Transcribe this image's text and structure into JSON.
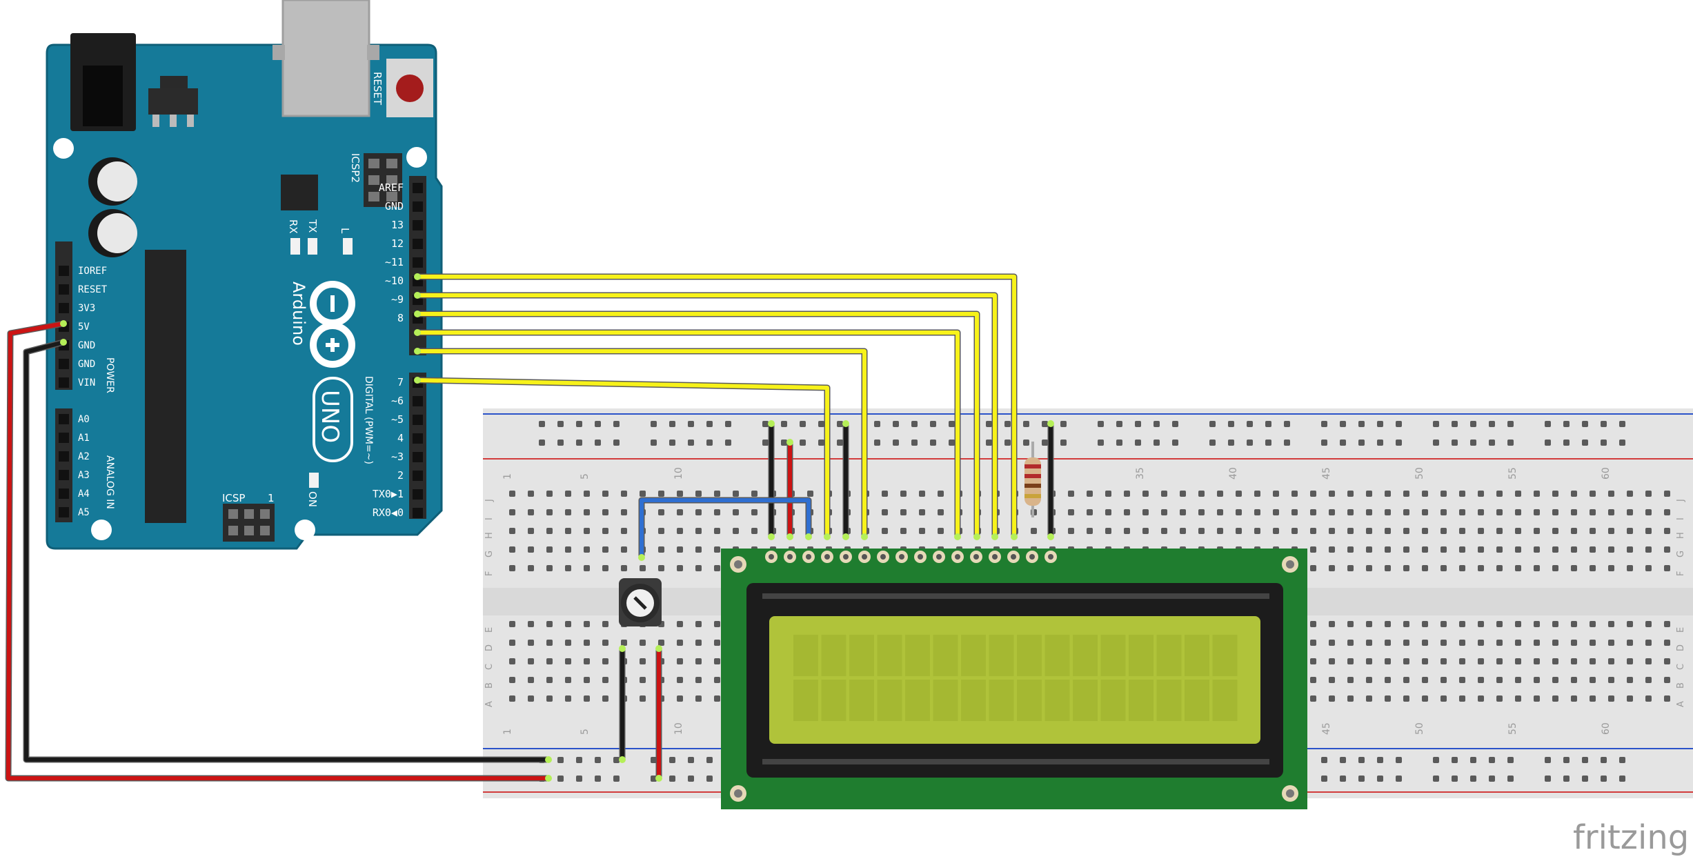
{
  "arduino": {
    "brand": "Arduino",
    "model": "UNO",
    "reset_label": "RESET",
    "icsp2_label": "ICSP2",
    "icsp_label": "ICSP",
    "icsp_pin1": "1",
    "tx_label": "TX",
    "rx_label": "RX",
    "l_label": "L",
    "on_label": "ON",
    "power_label": "POWER",
    "analog_label": "ANALOG IN",
    "digital_label": "DIGITAL (PWM=~)",
    "top_header_labels": [
      "AREF",
      "GND",
      "13",
      "12",
      "~11",
      "~10",
      "~9",
      "8"
    ],
    "bottom_header_labels": [
      "7",
      "~6",
      "~5",
      "4",
      "~3",
      "2",
      "TX0▶1",
      "RX0◀0"
    ],
    "power_labels": [
      "IOREF",
      "RESET",
      "3V3",
      "5V",
      "GND",
      "GND",
      "VIN"
    ],
    "analog_labels": [
      "A0",
      "A1",
      "A2",
      "A3",
      "A4",
      "A5"
    ]
  },
  "breadboard": {
    "column_numbers": [
      "1",
      "5",
      "10",
      "35",
      "40",
      "45",
      "50",
      "55",
      "60"
    ],
    "row_letters_top": [
      "J",
      "I",
      "H",
      "G",
      "F"
    ],
    "row_letters_bottom": [
      "E",
      "D",
      "C",
      "B",
      "A"
    ]
  },
  "wire_colors": {
    "signal": "#f7f21a",
    "power": "#cc1414",
    "ground": "#1a1a1a",
    "contrast": "#2f6fd1"
  },
  "watermark": "fritzing"
}
